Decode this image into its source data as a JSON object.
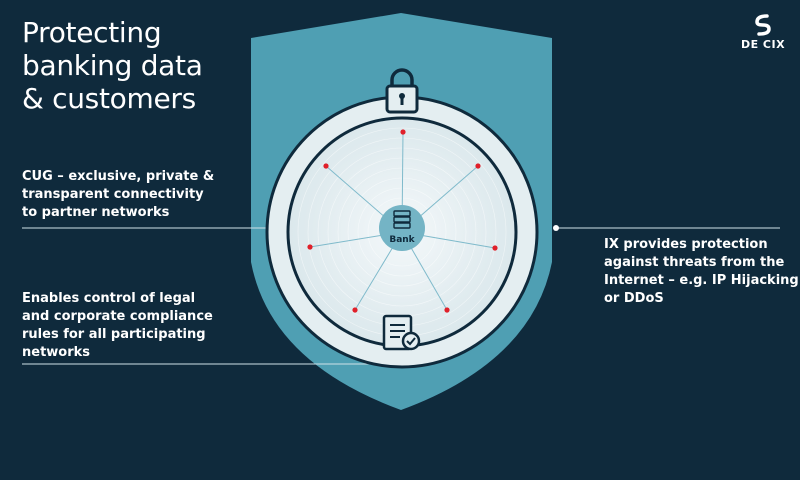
{
  "title": {
    "line1": "Protecting",
    "line2": "banking data",
    "line3": "& customers"
  },
  "labels": {
    "cug": {
      "line1": "CUG – exclusive, private &",
      "line2": "transparent connectivity",
      "line3": "to partner networks"
    },
    "legal": {
      "line1": "Enables control of legal",
      "line2": "and corporate compliance",
      "line3": "rules for all participating",
      "line4": "networks"
    },
    "ix": {
      "line1": "IX provides protection",
      "line2": "against threats from the",
      "line3": "Internet – e.g. IP Hijacking",
      "line4": "or DDoS"
    }
  },
  "center": {
    "label": "Bank"
  },
  "logo": {
    "text": "DE CIX"
  },
  "icons": [
    "lock-icon",
    "server-icon",
    "document-check-icon",
    "de-cix-logo-mark"
  ],
  "colors": {
    "background": "#0f2a3c",
    "shield": "#4f9fb3",
    "inner_circle": "#e4eef1",
    "node": "#e0202a",
    "spoke": "#7fbacb"
  }
}
